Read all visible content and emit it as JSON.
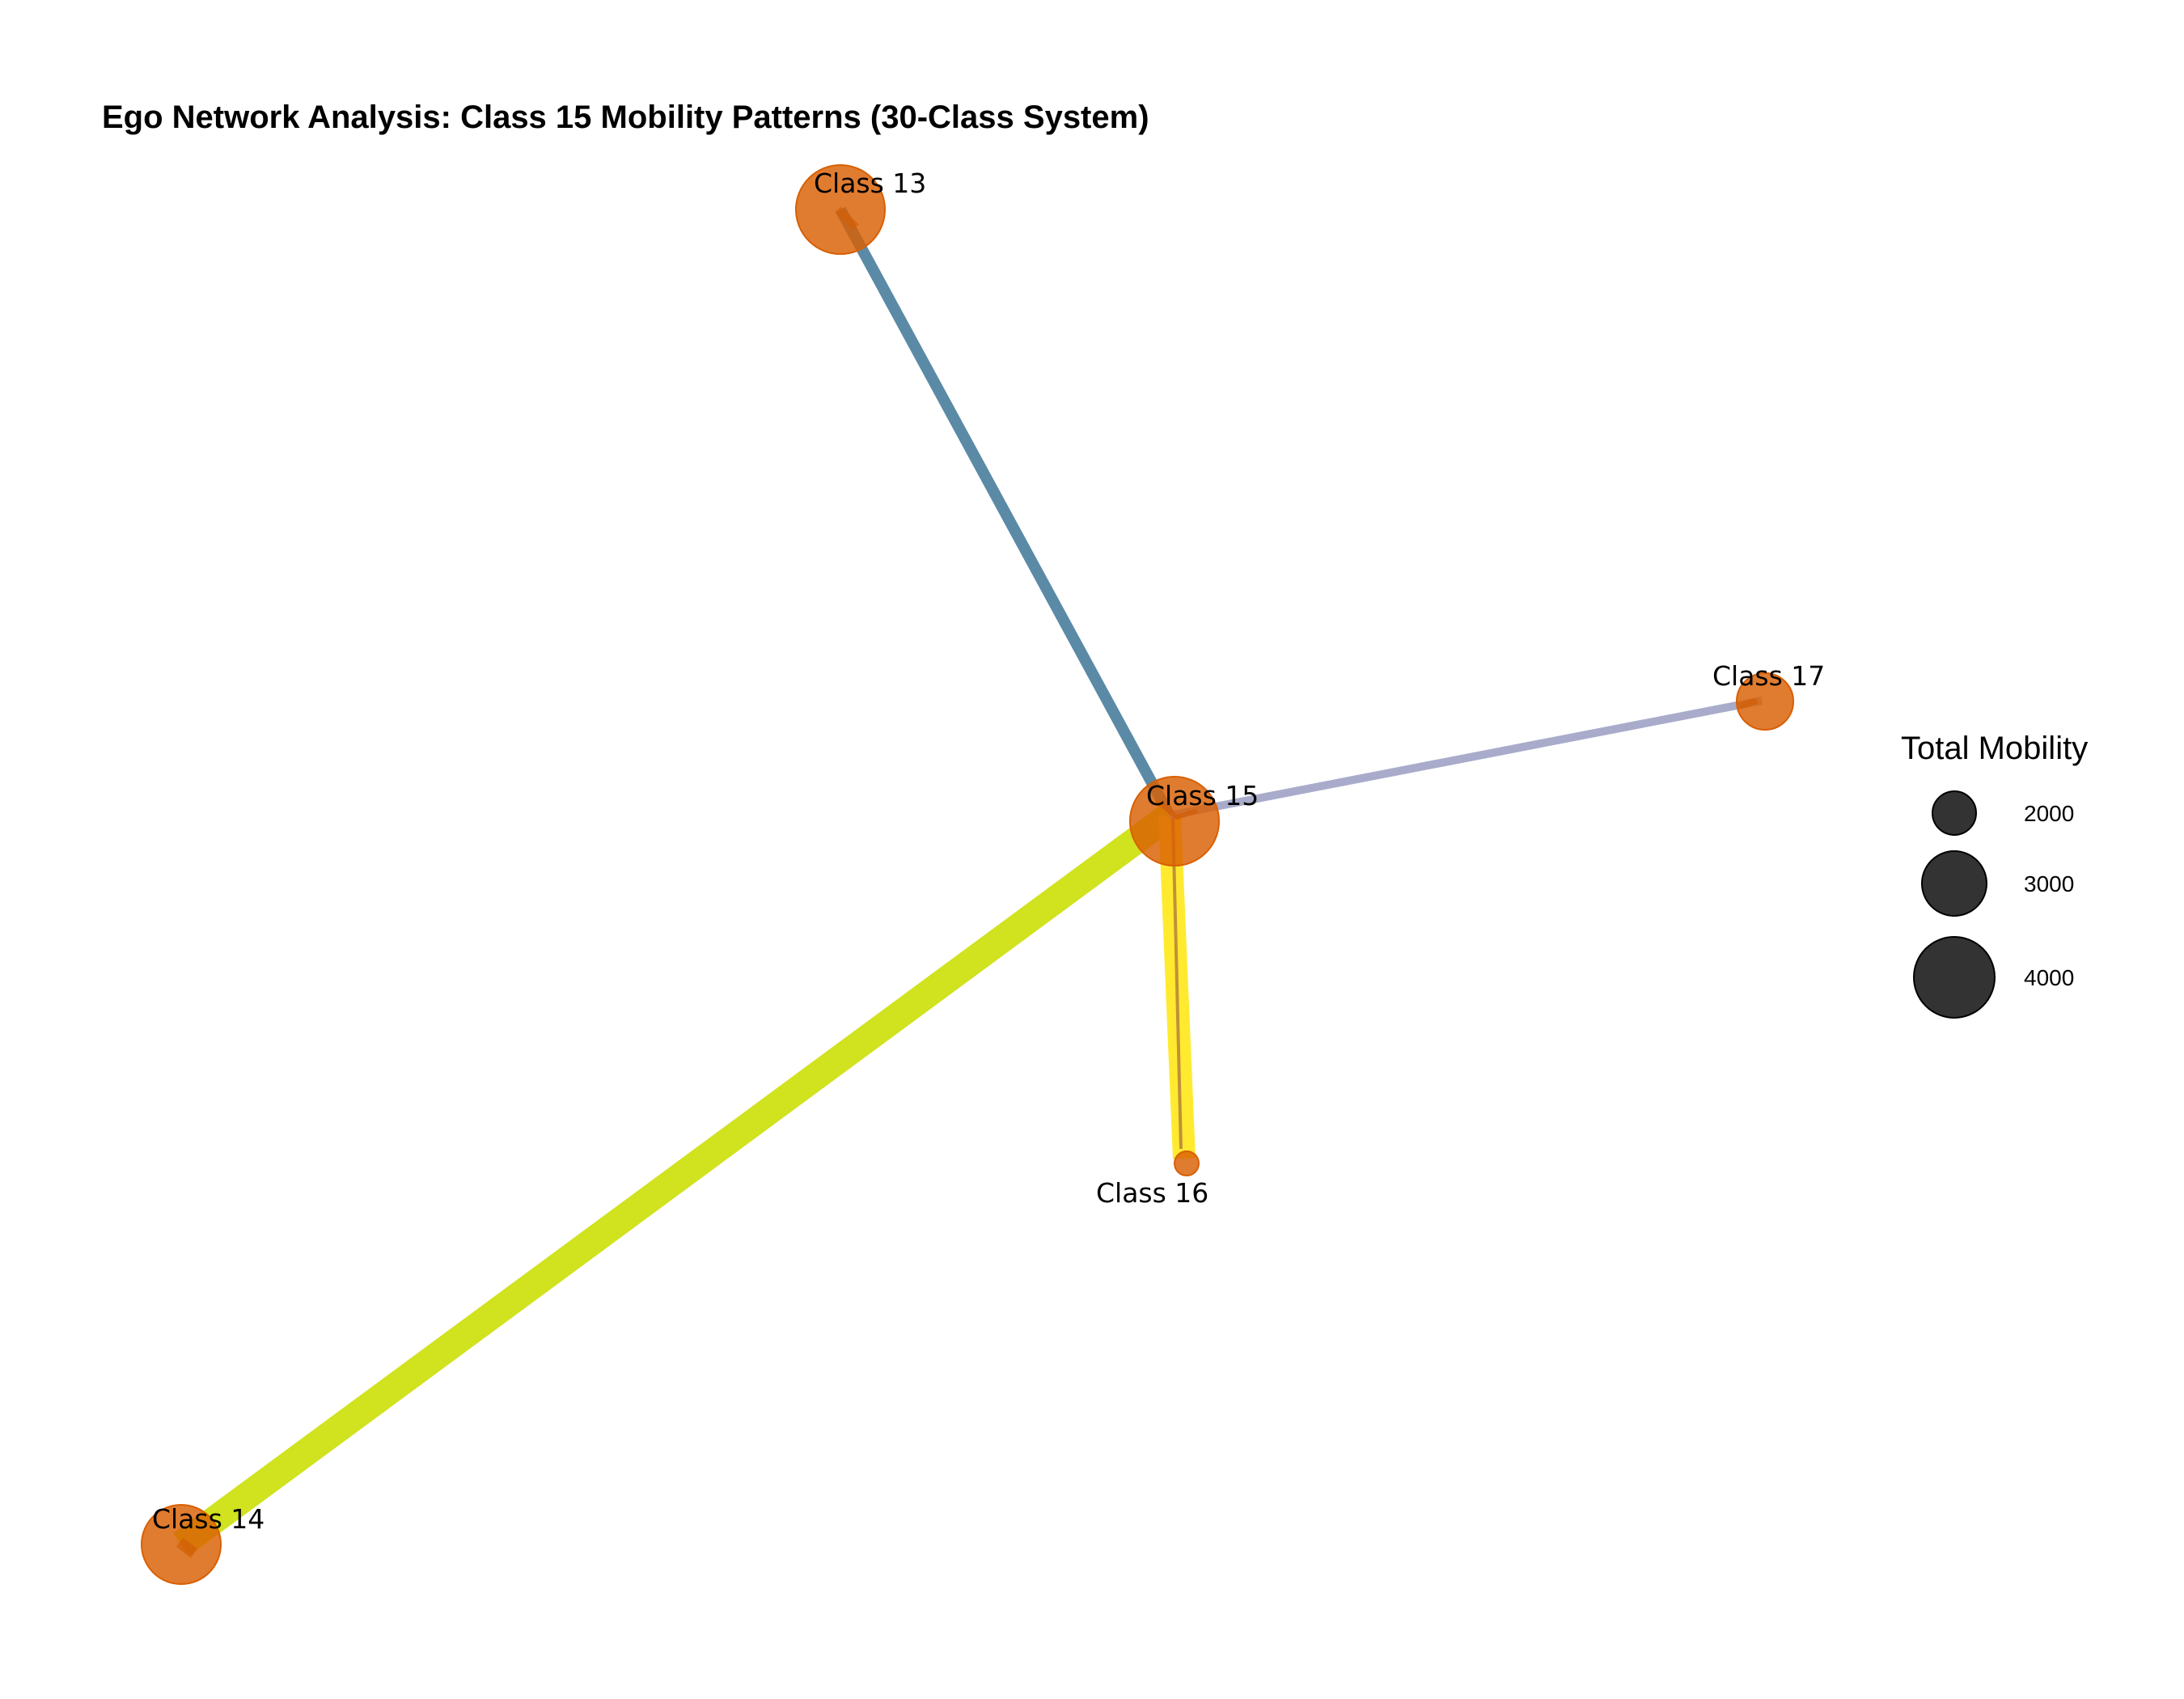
{
  "title": "Ego Network Analysis: Class 15 Mobility Patterns (30-Class System)",
  "colors": {
    "node_fill": "#d95f02",
    "edge_13_15": "#5b8aa6",
    "edge_14_15": "#d1e21e",
    "edge_15_16": "#ffea2f",
    "edge_15_17": "#a9abcb",
    "legend_fill": "#222222"
  },
  "nodes": [
    {
      "id": "13",
      "label": "Class 13"
    },
    {
      "id": "14",
      "label": "Class 14"
    },
    {
      "id": "15",
      "label": "Class 15"
    },
    {
      "id": "16",
      "label": "Class 16"
    },
    {
      "id": "17",
      "label": "Class 17"
    }
  ],
  "edges": [
    {
      "source": "13",
      "target": "15",
      "color": "edge_13_15"
    },
    {
      "source": "14",
      "target": "15",
      "color": "edge_14_15"
    },
    {
      "source": "15",
      "target": "16",
      "color": "edge_15_16"
    },
    {
      "source": "15",
      "target": "17",
      "color": "edge_15_17"
    }
  ],
  "legend": {
    "title": "Total Mobility",
    "items": [
      {
        "value": 2000,
        "label": "2000"
      },
      {
        "value": 3000,
        "label": "3000"
      },
      {
        "value": 4000,
        "label": "4000"
      }
    ]
  }
}
